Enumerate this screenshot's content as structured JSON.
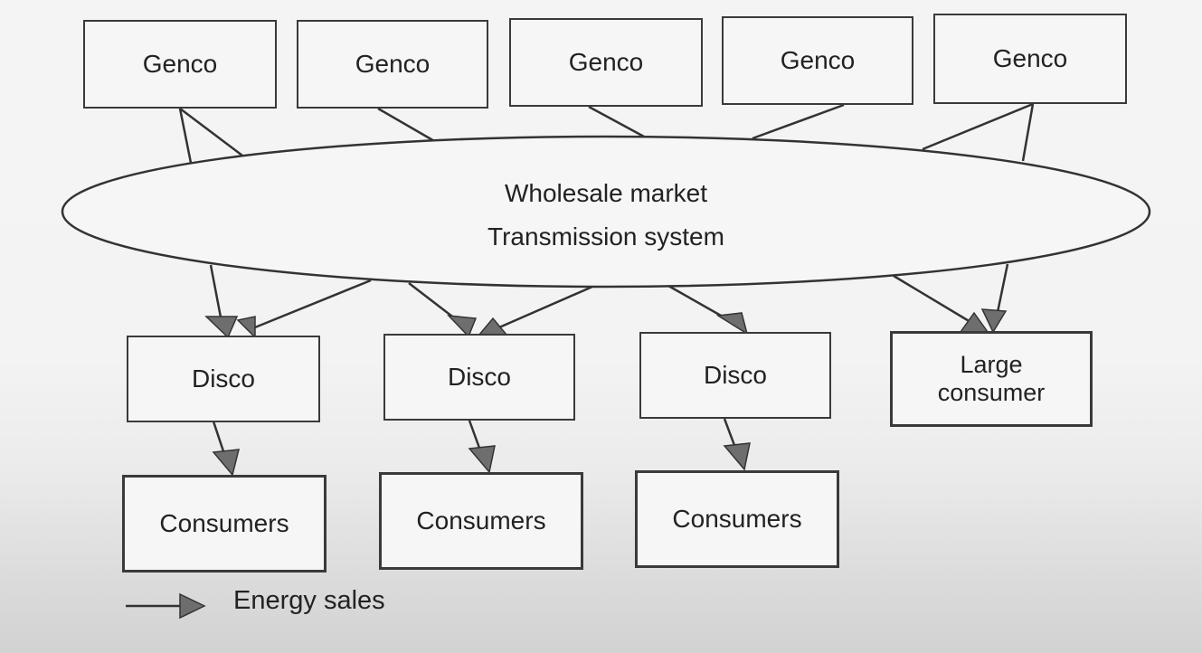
{
  "gencos": [
    {
      "label": "Genco"
    },
    {
      "label": "Genco"
    },
    {
      "label": "Genco"
    },
    {
      "label": "Genco"
    },
    {
      "label": "Genco"
    }
  ],
  "market": {
    "line1": "Wholesale market",
    "line2": "Transmission system"
  },
  "discos": [
    {
      "label": "Disco"
    },
    {
      "label": "Disco"
    },
    {
      "label": "Disco"
    }
  ],
  "large_consumer": {
    "label": "Large\nconsumer"
  },
  "consumers": [
    {
      "label": "Consumers"
    },
    {
      "label": "Consumers"
    },
    {
      "label": "Consumers"
    }
  ],
  "legend": {
    "label": "Energy sales"
  }
}
